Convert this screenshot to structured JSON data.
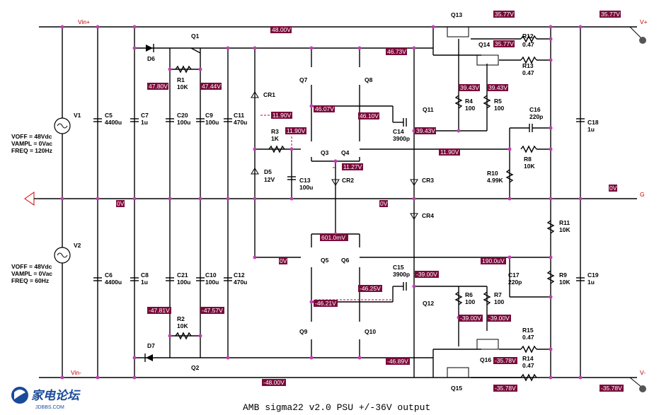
{
  "caption": "AMB sigma22 v2.0 PSU +/-36V output",
  "logo": {
    "text": "家电论坛",
    "sub": "JDBBS.COM"
  },
  "nets": {
    "vin_plus": "Vin+",
    "vin_minus": "Vin-",
    "v_plus": "V+",
    "v_minus": "V-",
    "ground": "G"
  },
  "sources": [
    {
      "ref": "V1",
      "params": [
        "VOFF = 48Vdc",
        "VAMPL = 0Vac",
        "FREQ = 120Hz"
      ]
    },
    {
      "ref": "V2",
      "params": [
        "VOFF = 48Vdc",
        "VAMPL = 0Vac",
        "FREQ = 60Hz"
      ]
    }
  ],
  "voltages": {
    "v48": "48.00V",
    "v4673": "46.73V",
    "v3577a": "35.77V",
    "v3577b": "35.77V",
    "v3577c": "35.77V",
    "v4780": "47.80V",
    "v4744": "47.44V",
    "v1190a": "11.90V",
    "v1190b": "11.90V",
    "v1190c": "11.90V",
    "v4607": "46.07V",
    "v4610": "46.10V",
    "v3943a": "39.43V",
    "v3943b": "39.43V",
    "v3943c": "39.43V",
    "v1127": "11.27V",
    "v0a": "0V",
    "v0b": "0V",
    "v0c": "0V",
    "v0d": "0V",
    "v601": "601.0mV",
    "v190": "190.0uV",
    "vm3900a": "-39.00V",
    "vm3900b": "-39.00V",
    "vm3900c": "-39.00V",
    "vm4625": "-46.25V",
    "vm4621": "-46.21V",
    "vm4781": "-47.81V",
    "vm4757": "-47.57V",
    "vm4689": "-46.89V",
    "vm3578a": "-35.78V",
    "vm3578b": "-35.78V",
    "vm3578c": "-35.78V",
    "vm48": "-48.00V"
  },
  "parts": {
    "Q1": "Q1",
    "Q2": "Q2",
    "Q3": "Q3",
    "Q4": "Q4",
    "Q5": "Q5",
    "Q6": "Q6",
    "Q7": "Q7",
    "Q8": "Q8",
    "Q9": "Q9",
    "Q10": "Q10",
    "Q11": "Q11",
    "Q12": "Q12",
    "Q13": "Q13",
    "Q14": "Q14",
    "Q15": "Q15",
    "Q16": "Q16",
    "D5": "D5",
    "D5v": "12V",
    "D6": "D6",
    "D7": "D7",
    "CR1": "CR1",
    "CR2": "CR2",
    "CR3": "CR3",
    "CR4": "CR4",
    "R1": "R1",
    "R1v": "10K",
    "R2": "R2",
    "R2v": "10K",
    "R3": "R3",
    "R3v": "1K",
    "R4": "R4",
    "R4v": "100",
    "R5": "R5",
    "R5v": "100",
    "R6": "R6",
    "R6v": "100",
    "R7": "R7",
    "R7v": "100",
    "R8": "R8",
    "R8v": "10K",
    "R9": "R9",
    "R9v": "10K",
    "R10": "R10",
    "R10v": "4.99K",
    "R11": "R11",
    "R11v": "10K",
    "R12": "R12",
    "R12v": "0.47",
    "R13": "R13",
    "R13v": "0.47",
    "R14": "R14",
    "R14v": "0.47",
    "R15": "R15",
    "R15v": "0.47",
    "C5": "C5",
    "C5v": "4400u",
    "C6": "C6",
    "C6v": "4400u",
    "C7": "C7",
    "C7v": "1u",
    "C8": "C8",
    "C8v": "1u",
    "C9": "C9",
    "C9v": "100u",
    "C10": "C10",
    "C10v": "100u",
    "C11": "C11",
    "C11v": "470u",
    "C12": "C12",
    "C12v": "470u",
    "C13": "C13",
    "C13v": "100u",
    "C14": "C14",
    "C14v": "3900p",
    "C15": "C15",
    "C15v": "3900p",
    "C16": "C16",
    "C16v": "220p",
    "C17": "C17",
    "C17v": "220p",
    "C18": "C18",
    "C18v": "1u",
    "C19": "C19",
    "C19v": "1u",
    "C20": "C20",
    "C20v": "100u",
    "C21": "C21",
    "C21v": "100u"
  }
}
